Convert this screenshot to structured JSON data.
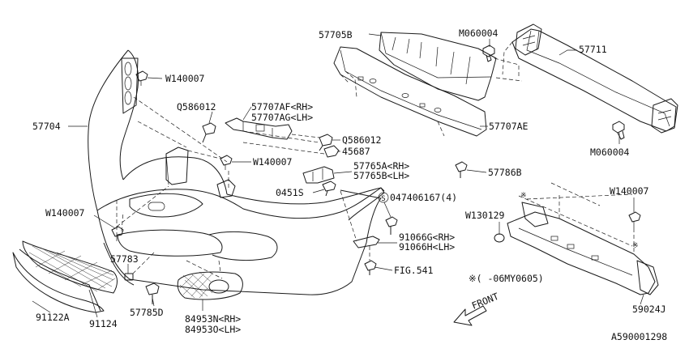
{
  "labels": {
    "l57705B": "57705B",
    "lM060004a": "M060004",
    "l57711": "57711",
    "lW140007a": "W140007",
    "lQ586012a": "Q586012",
    "l57707AF": "57707AF<RH>",
    "l57707AG": "57707AG<LH>",
    "l57707AE": "57707AE",
    "l57704": "57704",
    "lQ586012b": "Q586012",
    "l45687": "45687",
    "lM060004b": "M060004",
    "lW140007b": "W140007",
    "l57765A": "57765A<RH>",
    "l57765B": "57765B<LH>",
    "l57786B": "57786B",
    "l0451S": "0451S",
    "l047406167": "047406167(4)",
    "lW140007c": "W140007",
    "lW140007d": "W140007",
    "lW130129": "W130129",
    "l91066G": "91066G<RH>",
    "l91066H": "91066H<LH>",
    "l57783": "57783",
    "lFIG541": "FIG.541",
    "lNote": "※(   -06MY0605)",
    "l57785D": "57785D",
    "l84953N": "84953N<RH>",
    "l84953O": "84953O<LH>",
    "l91122A": "91122A",
    "l91124": "91124",
    "l59024J": "59024J",
    "lFront": "FRONT",
    "lDiagramId": "A590001298",
    "lS": "S"
  },
  "colors": {
    "ink": "#1a1a1a",
    "background": "#ffffff"
  }
}
